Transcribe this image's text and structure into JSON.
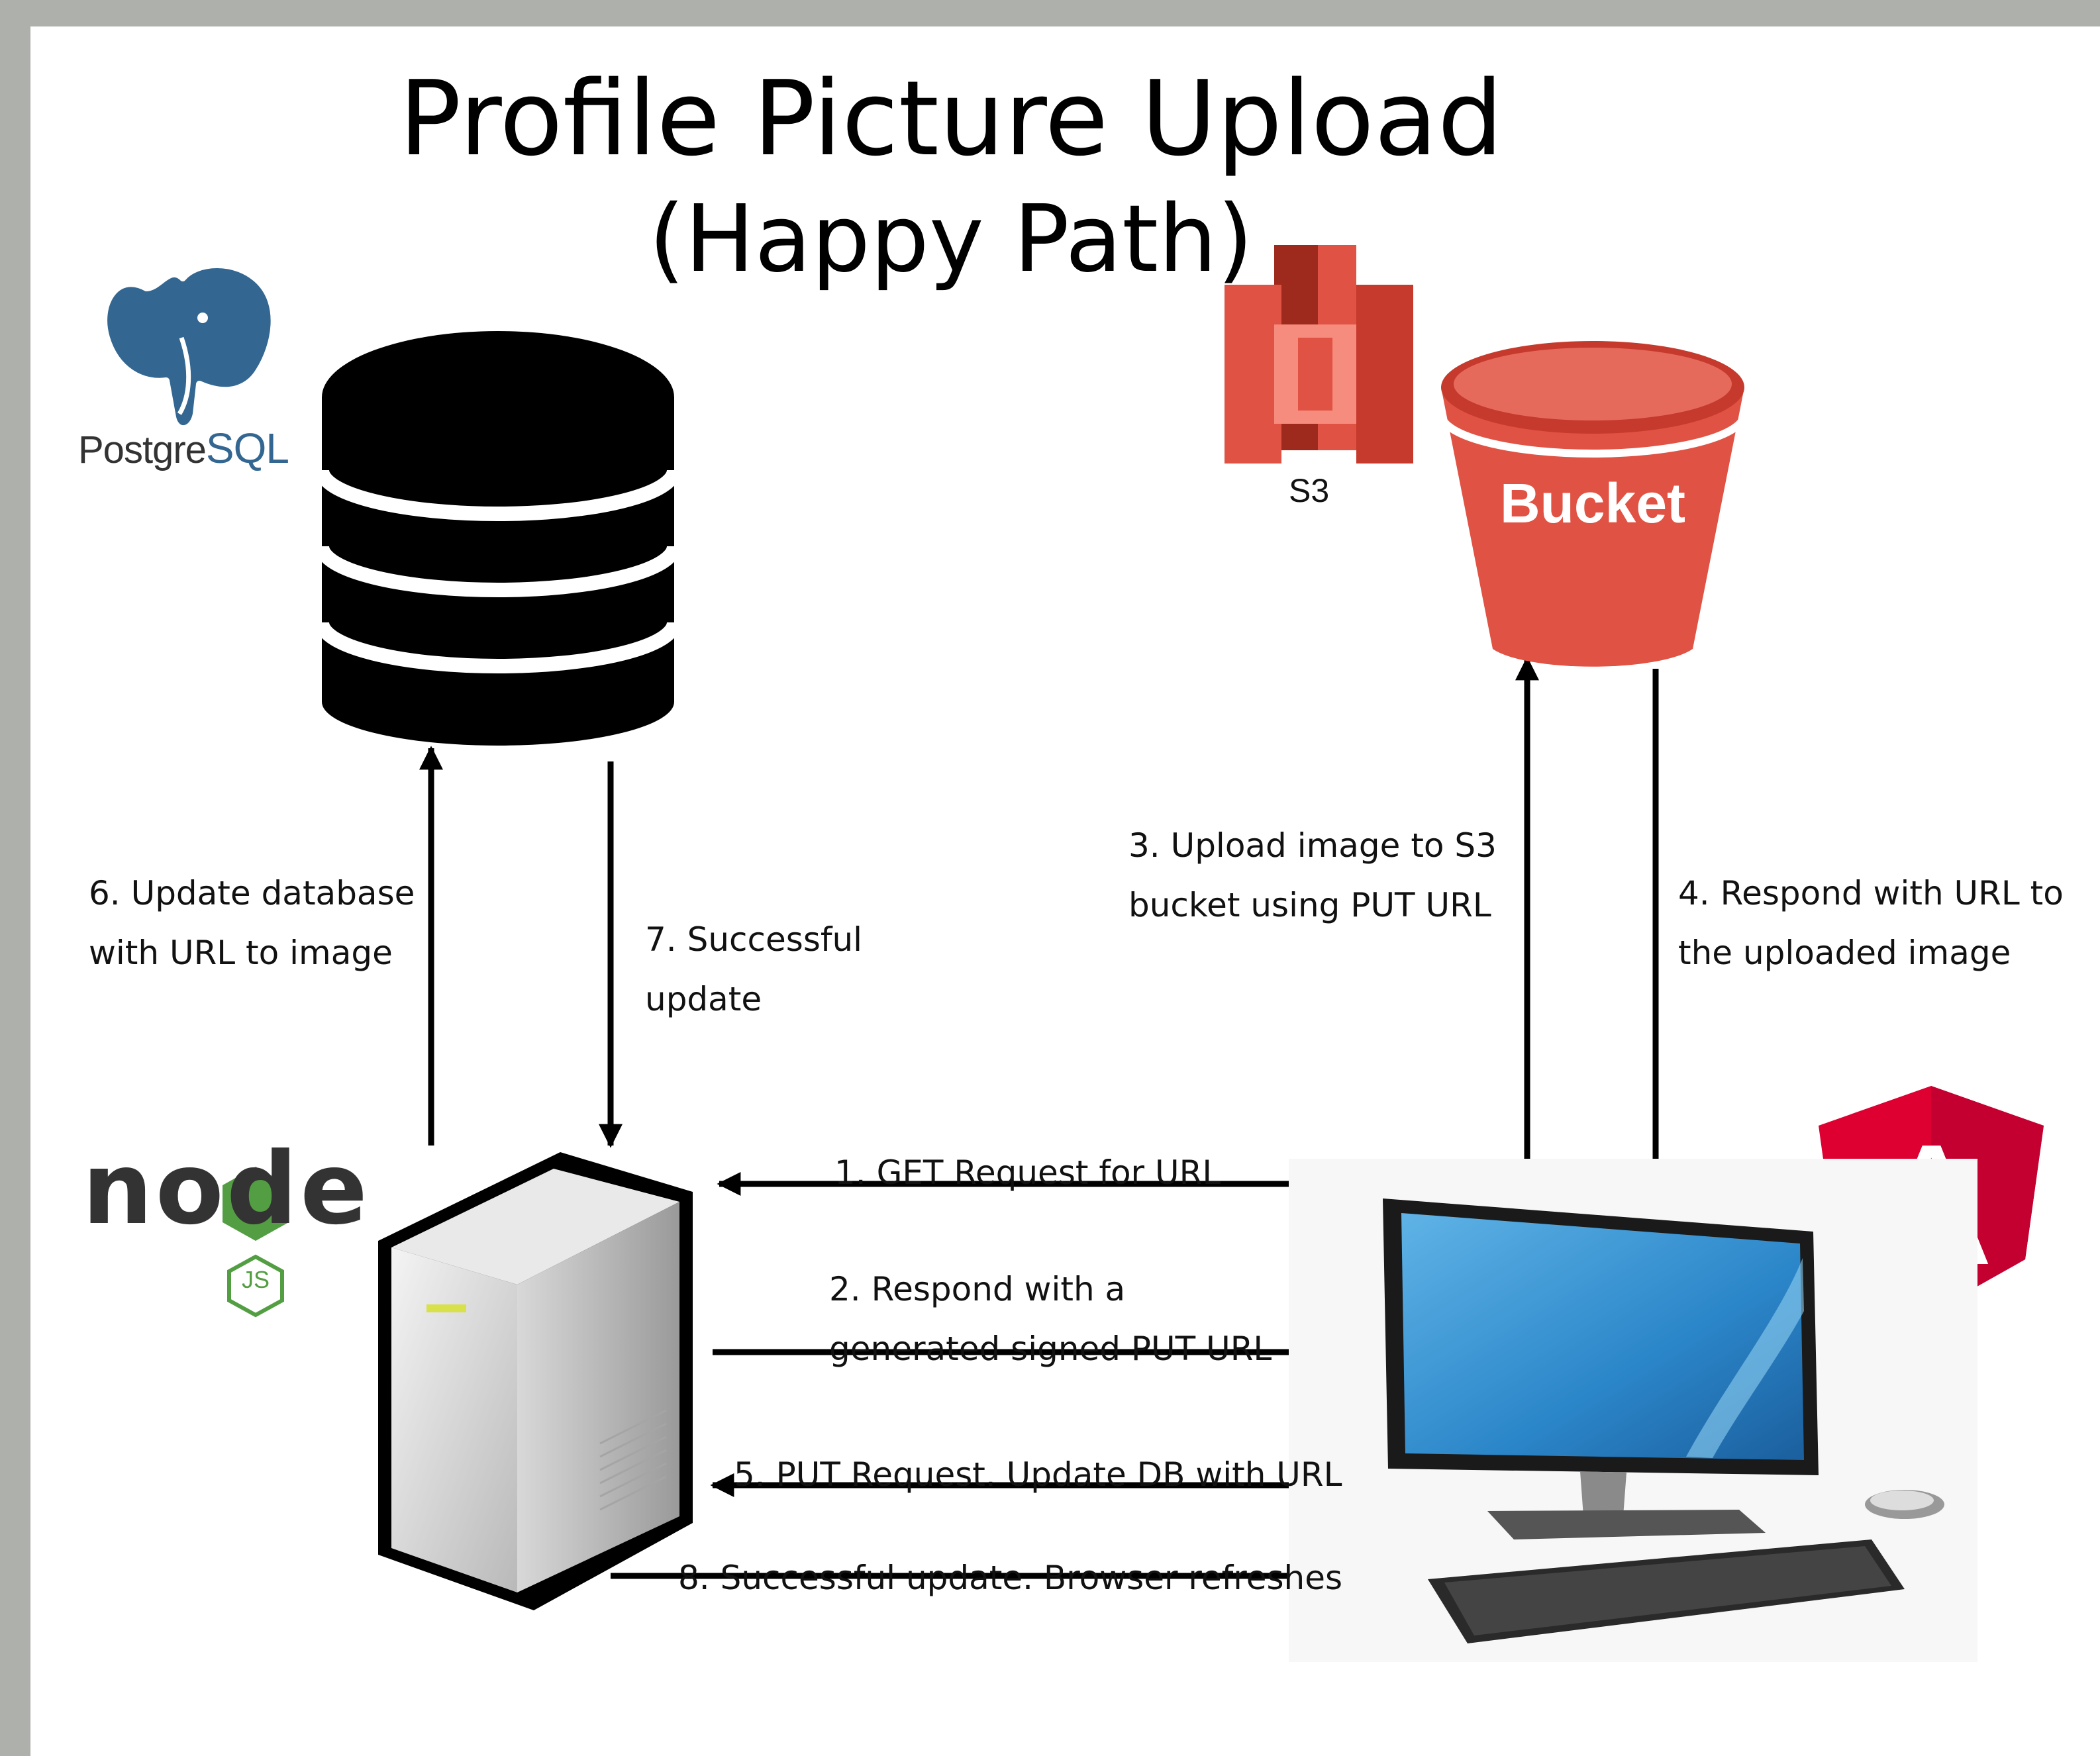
{
  "title": "Profile Picture Upload",
  "subtitle": "(Happy Path)",
  "logos": {
    "postgres": {
      "text_a": "Postgre",
      "text_b": "SQL",
      "color": "#336791",
      "icon": "elephant-icon"
    },
    "s3": {
      "label": "S3",
      "color": "#e05243",
      "icon": "aws-s3-icon"
    },
    "bucket": {
      "label": "Bucket",
      "color": "#e05243",
      "icon": "bucket-icon"
    },
    "node": {
      "text": "node",
      "js_badge": "JS",
      "color": "#539e43",
      "icon": "nodejs-icon"
    },
    "angular": {
      "letter": "A",
      "color": "#dd0031",
      "icon": "angular-icon"
    }
  },
  "icons": {
    "database": "database-icon",
    "server": "server-icon",
    "computer": "desktop-computer-icon"
  },
  "steps": {
    "s1": {
      "line1": "1. GET Request for URL"
    },
    "s2": {
      "line1": "2. Respond with a",
      "line2": "generated signed PUT URL"
    },
    "s3": {
      "line1": "3. Upload image to S3",
      "line2": "bucket using PUT URL"
    },
    "s4": {
      "line1": "4. Respond with URL to",
      "line2": "the uploaded image"
    },
    "s5": {
      "line1": "5. PUT Request. Update DB with URL"
    },
    "s6": {
      "line1": "6. Update database",
      "line2": "with URL to image"
    },
    "s7": {
      "line1": "7. Successful",
      "line2": "update"
    },
    "s8": {
      "line1": "8. Successful update. Browser refreshes"
    }
  },
  "colors": {
    "arrow": "#000000",
    "aws": "#e05243",
    "postgres": "#336791",
    "node_green": "#539e43",
    "angular_red": "#dd0031"
  }
}
